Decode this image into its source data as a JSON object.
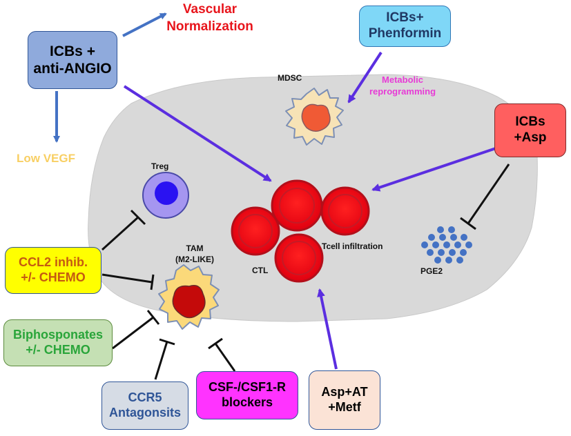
{
  "boxes": {
    "icbs_angio": {
      "line1": "ICBs +",
      "line2": "anti-ANGIO"
    },
    "icbs_phenformin": {
      "line1": "ICBs+",
      "line2": "Phenformin"
    },
    "icbs_asp": {
      "line1": "ICBs",
      "line2": "+Asp"
    },
    "ccl2": {
      "line1": "CCL2 inhib.",
      "line2": "+/- CHEMO"
    },
    "biphosponates": {
      "line1": "Biphosponates",
      "line2": "+/- CHEMO"
    },
    "ccr5": {
      "line1": "CCR5",
      "line2": "Antagonsits"
    },
    "csf": {
      "line1": "CSF-/CSF1-R",
      "line2": "blockers"
    },
    "asp_at_metf": {
      "line1": "Asp+AT",
      "line2": "+Metf"
    }
  },
  "labels": {
    "vascular_line1": "Vascular",
    "vascular_line2": "Normalization",
    "low_vegf": "Low VEGF",
    "metabolic_line1": "Metabolic",
    "metabolic_line2": "reprogramming"
  },
  "cells": {
    "mdsc": "MDSC",
    "treg": "Treg",
    "tam_line1": "TAM",
    "tam_line2": "(M2-LIKE)",
    "ctl": "CTL",
    "tcell": "Tcell infiltration",
    "pge2": "PGE2"
  },
  "colors": {
    "tumor_fill": "#d9d9d9",
    "arrow_blue": "#4472c4",
    "arrow_purple": "#5b2ee0",
    "inhibit_line": "#111111",
    "ctl_red": "#e8101a",
    "ctl_dark": "#b30f1a"
  }
}
